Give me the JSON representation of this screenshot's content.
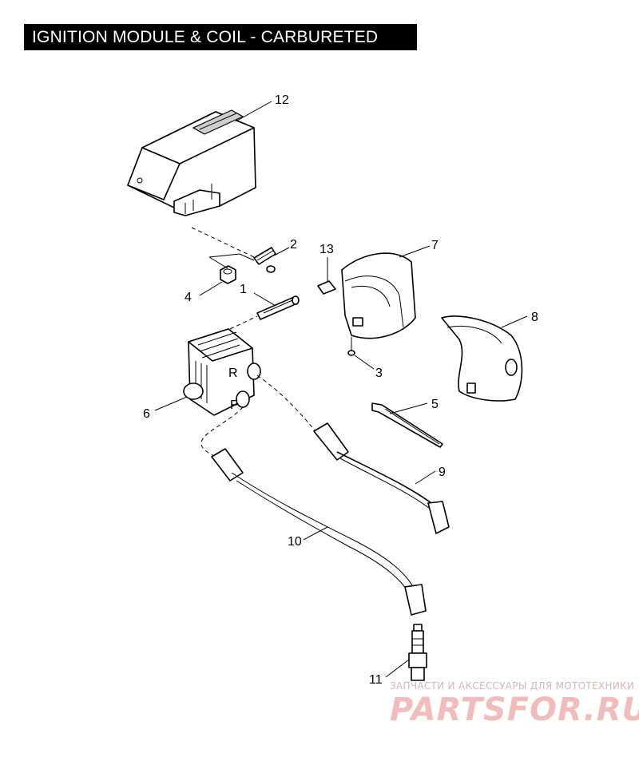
{
  "title": "IGNITION MODULE & COIL - CARBURETED",
  "callouts": [
    {
      "id": "1",
      "label": "1"
    },
    {
      "id": "2",
      "label": "2"
    },
    {
      "id": "3",
      "label": "3"
    },
    {
      "id": "4",
      "label": "4"
    },
    {
      "id": "5",
      "label": "5"
    },
    {
      "id": "6",
      "label": "6"
    },
    {
      "id": "7",
      "label": "7"
    },
    {
      "id": "8",
      "label": "8"
    },
    {
      "id": "9",
      "label": "9"
    },
    {
      "id": "10",
      "label": "10"
    },
    {
      "id": "11",
      "label": "11"
    },
    {
      "id": "12",
      "label": "12"
    },
    {
      "id": "13",
      "label": "13"
    }
  ],
  "coil_markings": {
    "rear": "R",
    "front": "F"
  },
  "watermark": {
    "subtitle": "ЗАПЧАСТИ И АКСЕССУАРЫ ДЛЯ МОТОТЕХНИКИ",
    "logo": "PARTSFOR.RU",
    "color": "#f3bcbc"
  }
}
